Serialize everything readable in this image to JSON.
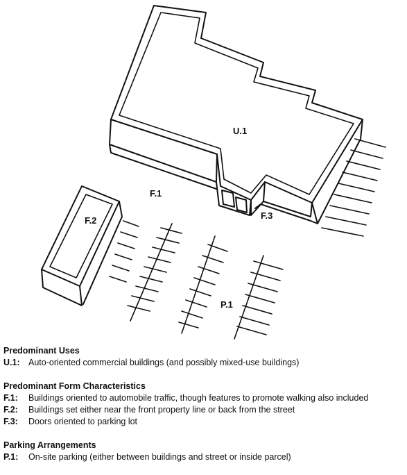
{
  "labels": {
    "u1": "U.1",
    "f1": "F.1",
    "f2": "F.2",
    "f3": "F.3",
    "p1": "P.1"
  },
  "legend": {
    "uses": {
      "heading": "Predominant Uses",
      "items": [
        {
          "code": "U.1:",
          "text": "Auto-oriented commercial buildings (and possibly mixed-use buildings)"
        }
      ]
    },
    "form": {
      "heading": "Predominant Form Characteristics",
      "items": [
        {
          "code": "F.1:",
          "text": "Buildings oriented to automobile traffic, though features to promote walking also included"
        },
        {
          "code": "F.2:",
          "text": "Buildings set either near the front property line or back from the street"
        },
        {
          "code": "F.3:",
          "text": "Doors oriented to parking lot"
        }
      ]
    },
    "parking": {
      "heading": "Parking Arrangements",
      "items": [
        {
          "code": "P.1:",
          "text": "On-site parking (either between buildings and street or inside parcel)"
        }
      ]
    }
  }
}
